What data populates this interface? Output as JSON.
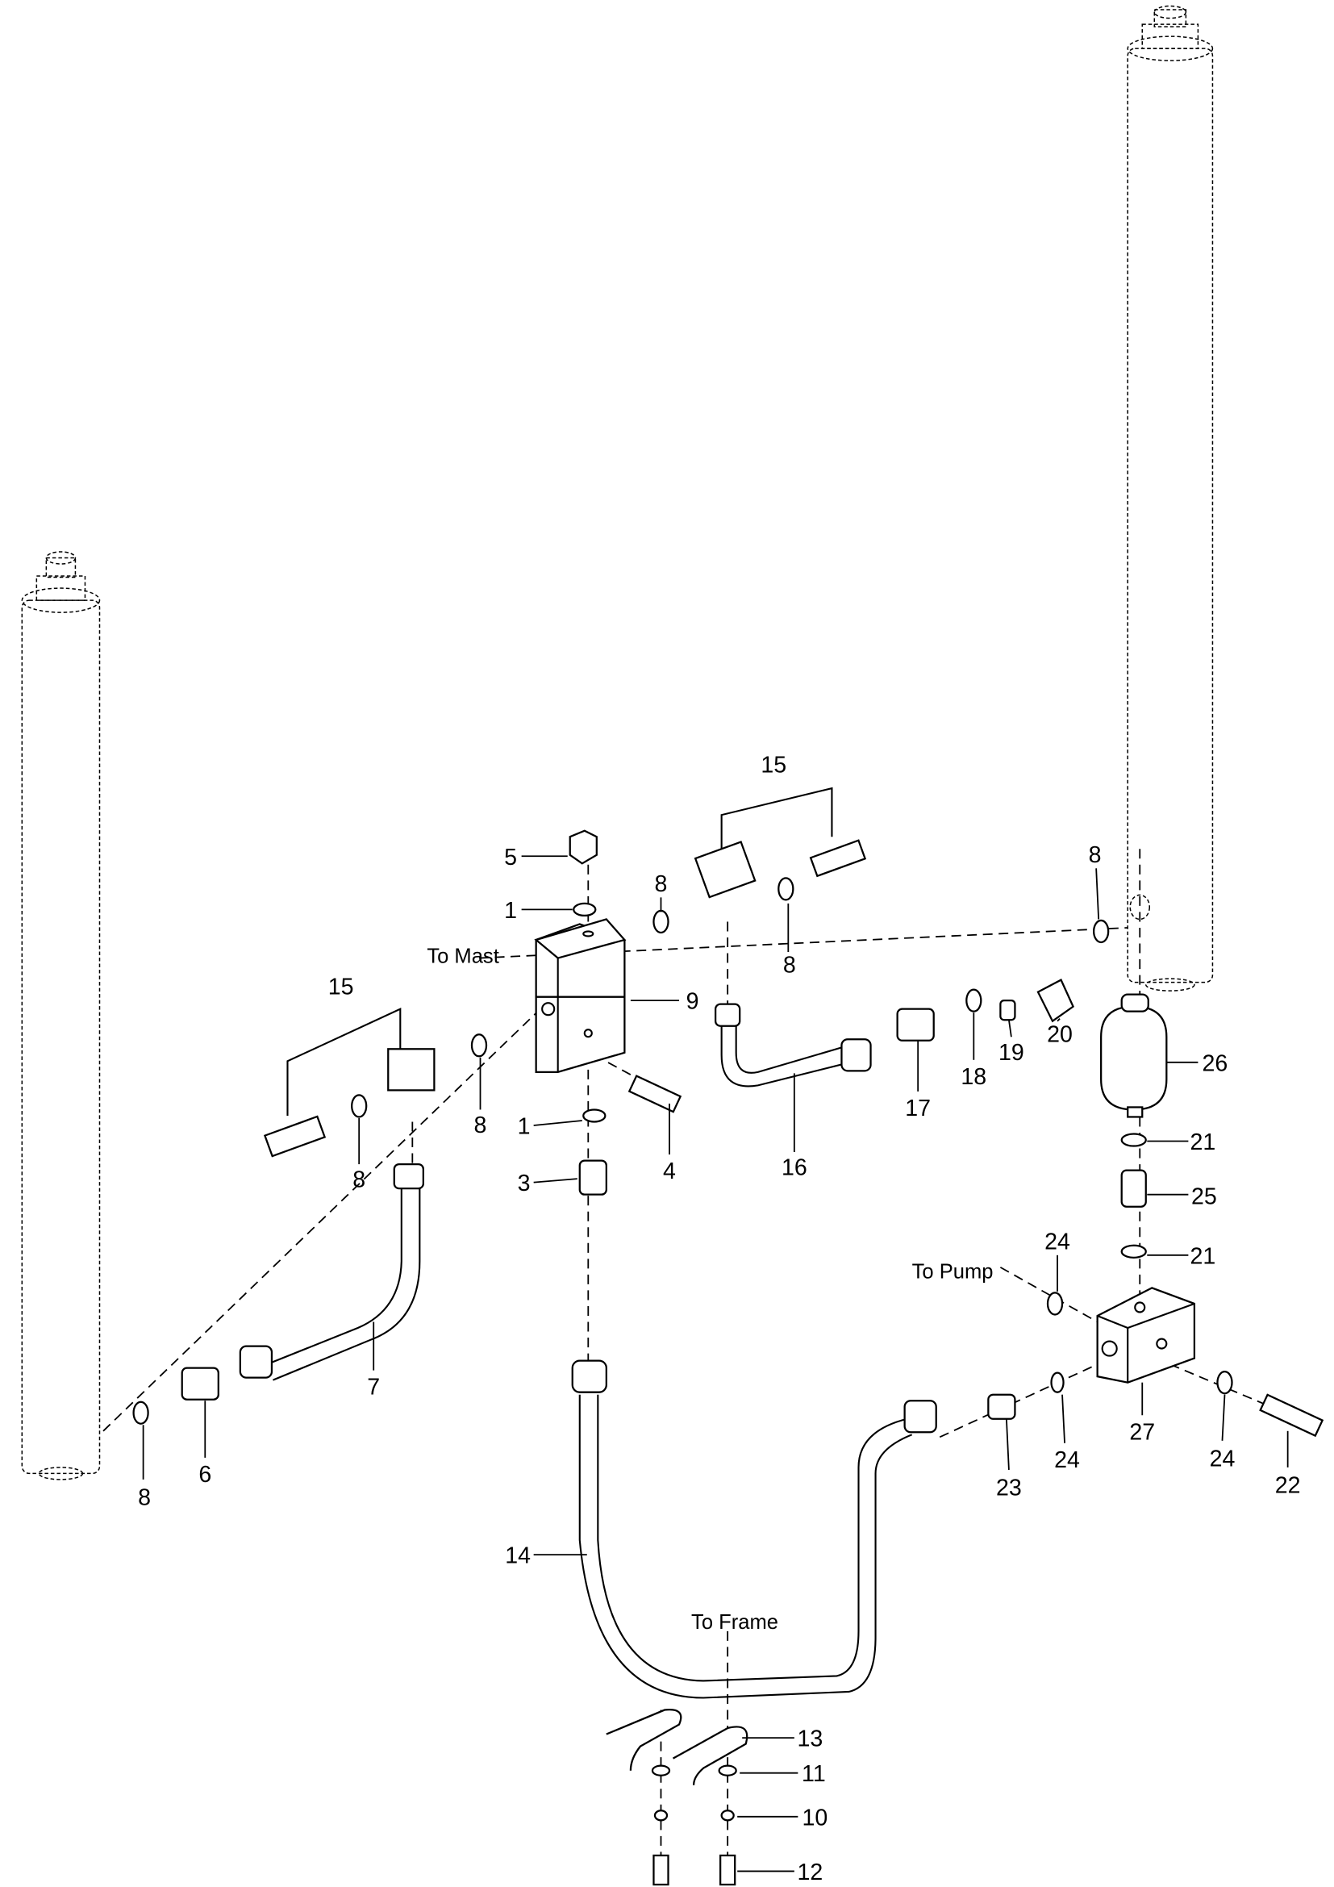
{
  "diagram": {
    "notes": {
      "to_mast": "To Mast",
      "to_pump": "To Pump",
      "to_frame": "To Frame"
    },
    "callouts": [
      "15",
      "15",
      "5",
      "1",
      "8",
      "8",
      "9",
      "8",
      "8",
      "1",
      "4",
      "3",
      "16",
      "17",
      "18",
      "19",
      "20",
      "8",
      "26",
      "21",
      "25",
      "21",
      "24",
      "7",
      "6",
      "8",
      "27",
      "24",
      "24",
      "22",
      "23",
      "14",
      "13",
      "11",
      "10",
      "12"
    ]
  }
}
